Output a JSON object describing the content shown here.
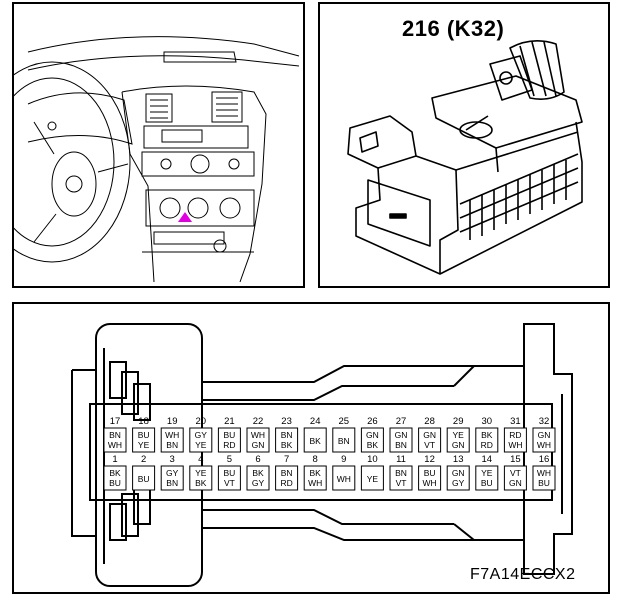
{
  "connector": {
    "title": "216 (K32)"
  },
  "figure_id": "F7A14ECCX2",
  "pins_top": [
    {
      "num": "17",
      "wires": [
        "BN",
        "WH"
      ]
    },
    {
      "num": "18",
      "wires": [
        "BU",
        "YE"
      ]
    },
    {
      "num": "19",
      "wires": [
        "WH",
        "BN"
      ]
    },
    {
      "num": "20",
      "wires": [
        "GY",
        "YE"
      ]
    },
    {
      "num": "21",
      "wires": [
        "BU",
        "RD"
      ]
    },
    {
      "num": "22",
      "wires": [
        "WH",
        "GN"
      ]
    },
    {
      "num": "23",
      "wires": [
        "BN",
        "BK"
      ]
    },
    {
      "num": "24",
      "wires": [
        "BK"
      ]
    },
    {
      "num": "25",
      "wires": [
        "BN"
      ]
    },
    {
      "num": "26",
      "wires": [
        "GN",
        "BK"
      ]
    },
    {
      "num": "27",
      "wires": [
        "GN",
        "BN"
      ]
    },
    {
      "num": "28",
      "wires": [
        "GN",
        "VT"
      ]
    },
    {
      "num": "29",
      "wires": [
        "YE",
        "GN"
      ]
    },
    {
      "num": "30",
      "wires": [
        "BK",
        "RD"
      ]
    },
    {
      "num": "31",
      "wires": [
        "RD",
        "WH"
      ]
    },
    {
      "num": "32",
      "wires": [
        "GN",
        "WH"
      ]
    }
  ],
  "pins_bottom": [
    {
      "num": "1",
      "wires": [
        "BK",
        "BU"
      ]
    },
    {
      "num": "2",
      "wires": [
        "BU"
      ]
    },
    {
      "num": "3",
      "wires": [
        "GY",
        "BN"
      ]
    },
    {
      "num": "4",
      "wires": [
        "YE",
        "BK"
      ]
    },
    {
      "num": "5",
      "wires": [
        "BU",
        "VT"
      ]
    },
    {
      "num": "6",
      "wires": [
        "BK",
        "GY"
      ]
    },
    {
      "num": "7",
      "wires": [
        "BN",
        "RD"
      ]
    },
    {
      "num": "8",
      "wires": [
        "BK",
        "WH"
      ]
    },
    {
      "num": "9",
      "wires": [
        "WH"
      ]
    },
    {
      "num": "10",
      "wires": [
        "YE"
      ]
    },
    {
      "num": "11",
      "wires": [
        "BN",
        "VT"
      ]
    },
    {
      "num": "12",
      "wires": [
        "BU",
        "WH"
      ]
    },
    {
      "num": "13",
      "wires": [
        "GN",
        "GY"
      ]
    },
    {
      "num": "14",
      "wires": [
        "YE",
        "BU"
      ]
    },
    {
      "num": "15",
      "wires": [
        "VT",
        "GN"
      ]
    },
    {
      "num": "16",
      "wires": [
        "WH",
        "BU"
      ]
    }
  ],
  "colors": {
    "location_marker": "#e000e0",
    "line": "#000000"
  }
}
